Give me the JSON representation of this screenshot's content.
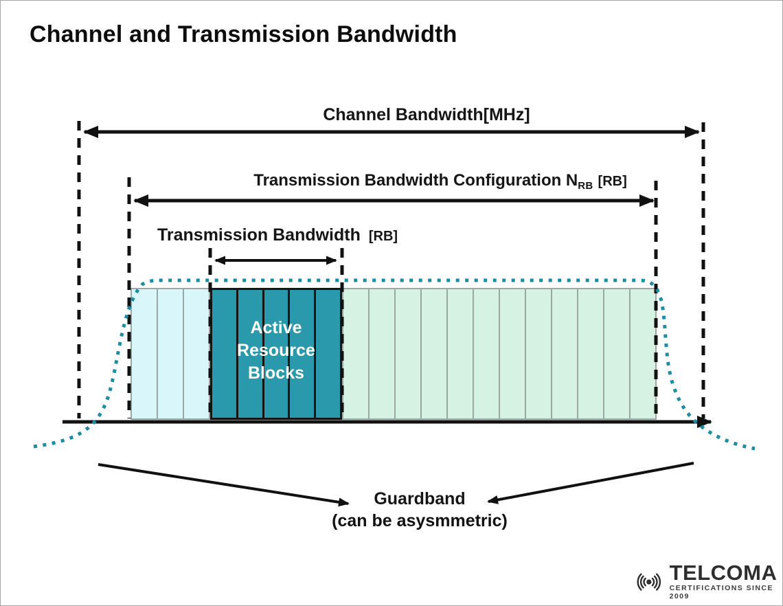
{
  "page": {
    "title": "Channel and Transmission Bandwidth"
  },
  "colors": {
    "ink": "#111111",
    "dash": "#111111",
    "active_block": "#2b99ac",
    "active_separator": "#151515",
    "cyan_block": "#d9f6fa",
    "mint_block": "#d6f2e3",
    "inactive_separator": "#9aa8a4",
    "spectrum_dots": "#1a8ca3",
    "logo_ink": "#2e2e2e"
  },
  "annotations": {
    "channel_bandwidth": {
      "label": "Channel Bandwidth[MHz]"
    },
    "transmission_config": {
      "label": "Transmission Bandwidth Configuration N",
      "subscript": "RB",
      "unit": "[RB]"
    },
    "transmission_bandwidth": {
      "label": "Transmission Bandwidth",
      "unit": "[RB]"
    },
    "active_blocks_label": "Active Resource Blocks",
    "guardband": {
      "title": "Guardband",
      "note": "(can be asysmmetric)"
    }
  },
  "resource_blocks": {
    "left_inactive_count": 3,
    "active_count": 5,
    "right_inactive_count": 12
  },
  "logo": {
    "brand": "TELCOMA",
    "tagline": "CERTIFICATIONS SINCE 2009"
  }
}
